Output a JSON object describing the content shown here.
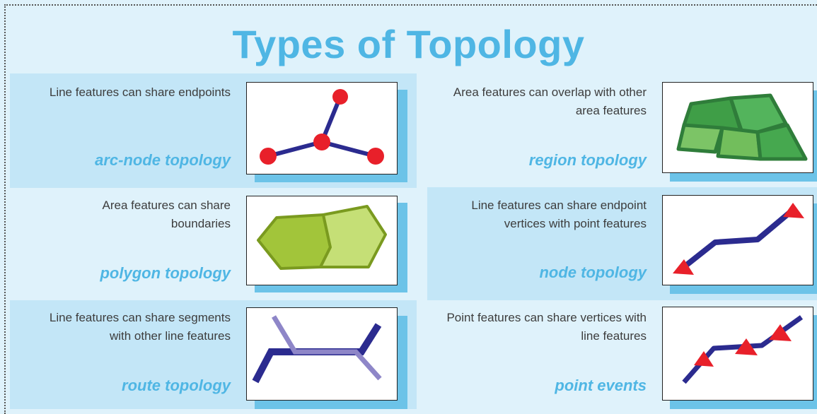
{
  "title": "Types of Topology",
  "colors": {
    "background": "#dff2fb",
    "band": "#c3e6f7",
    "accent_text": "#4fb6e4",
    "shadow": "#6cc3e8",
    "line_navy": "#2b2b8f",
    "node_red": "#e8202a",
    "polygon_green": "#a6c83a",
    "region_green": "#4cae55",
    "route_lavender": "#8e86c8"
  },
  "panels": [
    {
      "id": "arc-node",
      "description": "Line features can share endpoints",
      "name": "arc-node topology"
    },
    {
      "id": "polygon",
      "description": "Area features can share boundaries",
      "name": "polygon topology"
    },
    {
      "id": "route",
      "description": "Line features can share segments with other line features",
      "name": "route topology"
    },
    {
      "id": "region",
      "description": "Area features can overlap with other area features",
      "name": "region topology"
    },
    {
      "id": "node",
      "description": "Line features can share endpoint vertices with point features",
      "name": "node topology"
    },
    {
      "id": "point-events",
      "description": "Point features can share vertices with line features",
      "name": "point events"
    }
  ]
}
